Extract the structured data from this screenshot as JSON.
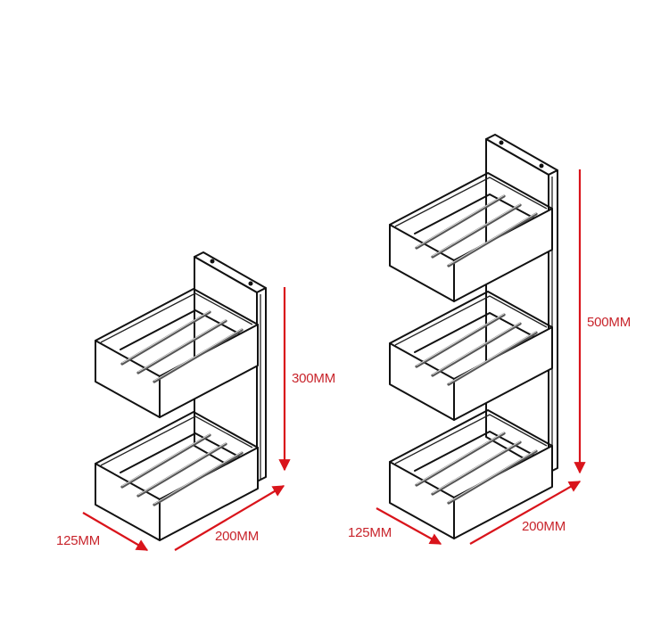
{
  "figure": {
    "description": "Wall-mounted tiered storage rack dimension drawing",
    "accent_color": "#d9141b",
    "line_color": "#111111"
  },
  "products": [
    {
      "name": "two-tier rack",
      "tiers": 2,
      "dimensions": {
        "height": "300MM",
        "width": "200MM",
        "depth": "125MM"
      }
    },
    {
      "name": "three-tier rack",
      "tiers": 3,
      "dimensions": {
        "height": "500MM",
        "width": "200MM",
        "depth": "125MM"
      }
    }
  ]
}
